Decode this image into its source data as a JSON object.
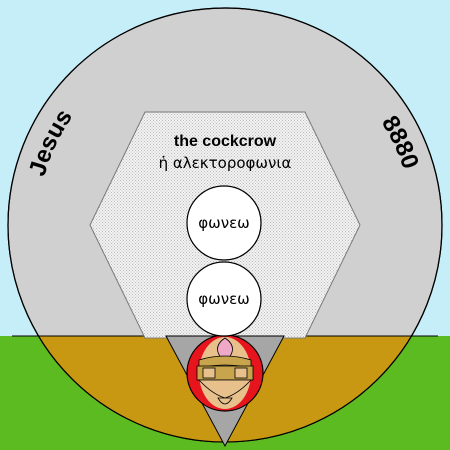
{
  "labels": {
    "name": "Jesus",
    "number": "8880",
    "title_english": "the cockcrow",
    "title_greek": "ἡ αλεκτοροφωνια",
    "word_top": "φωνεω",
    "word_bottom": "φωνεω"
  },
  "colors": {
    "sky": "#c6eef8",
    "ground": "#5dbb22",
    "circle": "#d0d0d0",
    "hexagon": "#e8e8e8",
    "earth": "#c89812",
    "triangle": "#a6a6a6",
    "disc_red": "#e6141d",
    "disc_face": "#e8c08c",
    "disc_tan": "#c8a44c",
    "disc_pink": "#f0a8c8",
    "circle_fill_white": "#ffffff",
    "outline": "#000000"
  }
}
